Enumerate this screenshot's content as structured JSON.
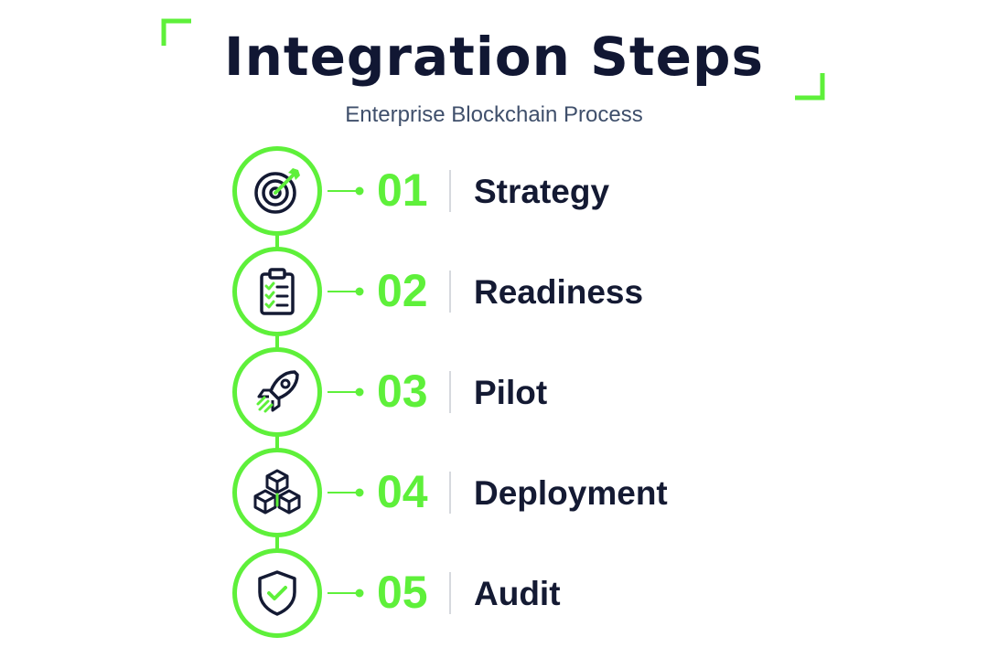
{
  "header": {
    "title": "Integration Steps",
    "subtitle": "Enterprise Blockchain Process"
  },
  "steps": [
    {
      "number": "01",
      "label": "Strategy",
      "icon": "target-icon"
    },
    {
      "number": "02",
      "label": "Readiness",
      "icon": "clipboard-checklist-icon"
    },
    {
      "number": "03",
      "label": "Pilot",
      "icon": "rocket-icon"
    },
    {
      "number": "04",
      "label": "Deployment",
      "icon": "blocks-icon"
    },
    {
      "number": "05",
      "label": "Audit",
      "icon": "shield-check-icon"
    }
  ],
  "colors": {
    "accent": "#5ef03a",
    "dark": "#141a33",
    "subtitle": "#3f4f6b",
    "divider": "#d6d9de"
  }
}
